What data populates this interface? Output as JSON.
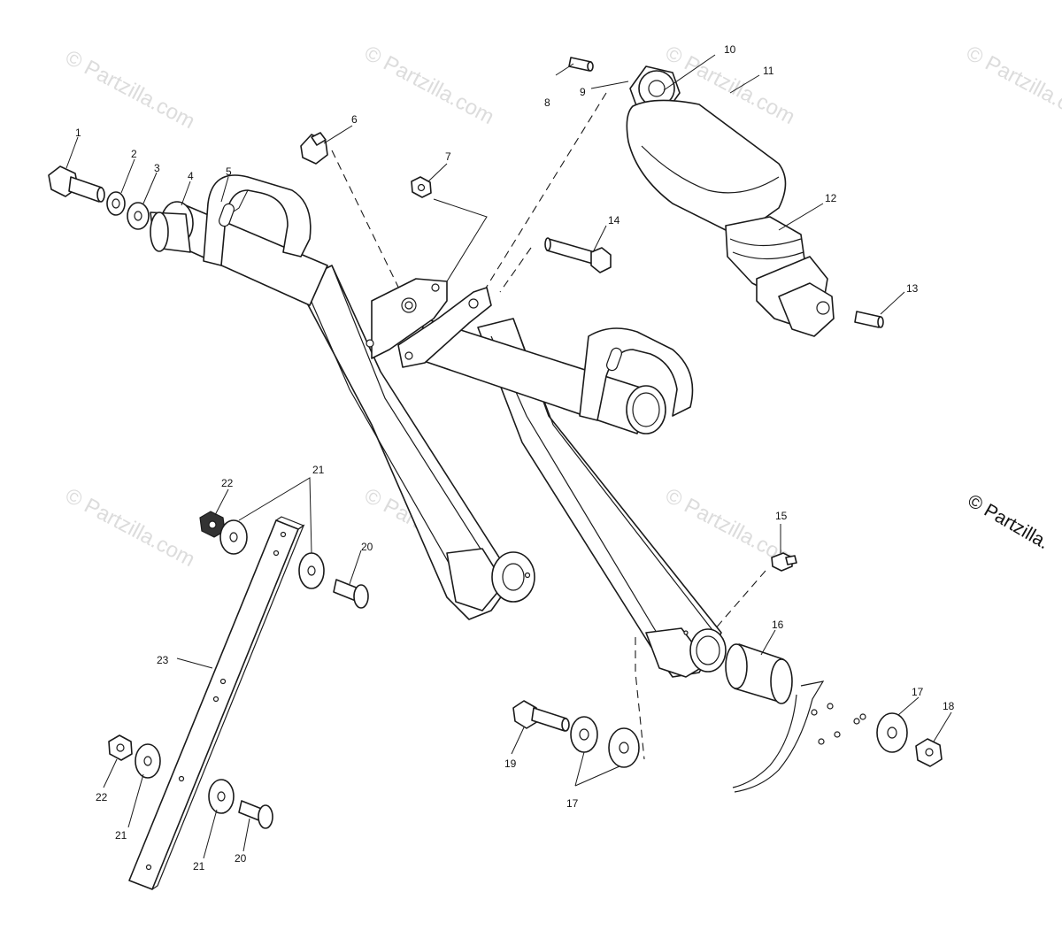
{
  "watermark": {
    "text": "© Partzilla.com",
    "corner_text": "© Partzilla."
  },
  "callouts": [
    {
      "id": "c1",
      "label": "1"
    },
    {
      "id": "c2",
      "label": "2"
    },
    {
      "id": "c3",
      "label": "3"
    },
    {
      "id": "c4",
      "label": "4"
    },
    {
      "id": "c5",
      "label": "5"
    },
    {
      "id": "c6",
      "label": "6"
    },
    {
      "id": "c7",
      "label": "7"
    },
    {
      "id": "c8",
      "label": "8"
    },
    {
      "id": "c9",
      "label": "9"
    },
    {
      "id": "c10",
      "label": "10"
    },
    {
      "id": "c11",
      "label": "11"
    },
    {
      "id": "c12",
      "label": "12"
    },
    {
      "id": "c13",
      "label": "13"
    },
    {
      "id": "c14",
      "label": "14"
    },
    {
      "id": "c15",
      "label": "15"
    },
    {
      "id": "c16",
      "label": "16"
    },
    {
      "id": "c17a",
      "label": "17"
    },
    {
      "id": "c17b",
      "label": "17"
    },
    {
      "id": "c18",
      "label": "18"
    },
    {
      "id": "c19",
      "label": "19"
    },
    {
      "id": "c20a",
      "label": "20"
    },
    {
      "id": "c20b",
      "label": "20"
    },
    {
      "id": "c21a",
      "label": "21"
    },
    {
      "id": "c21b",
      "label": "21"
    },
    {
      "id": "c21c",
      "label": "21"
    },
    {
      "id": "c22a",
      "label": "22"
    },
    {
      "id": "c22b",
      "label": "22"
    },
    {
      "id": "c23",
      "label": "23"
    }
  ]
}
